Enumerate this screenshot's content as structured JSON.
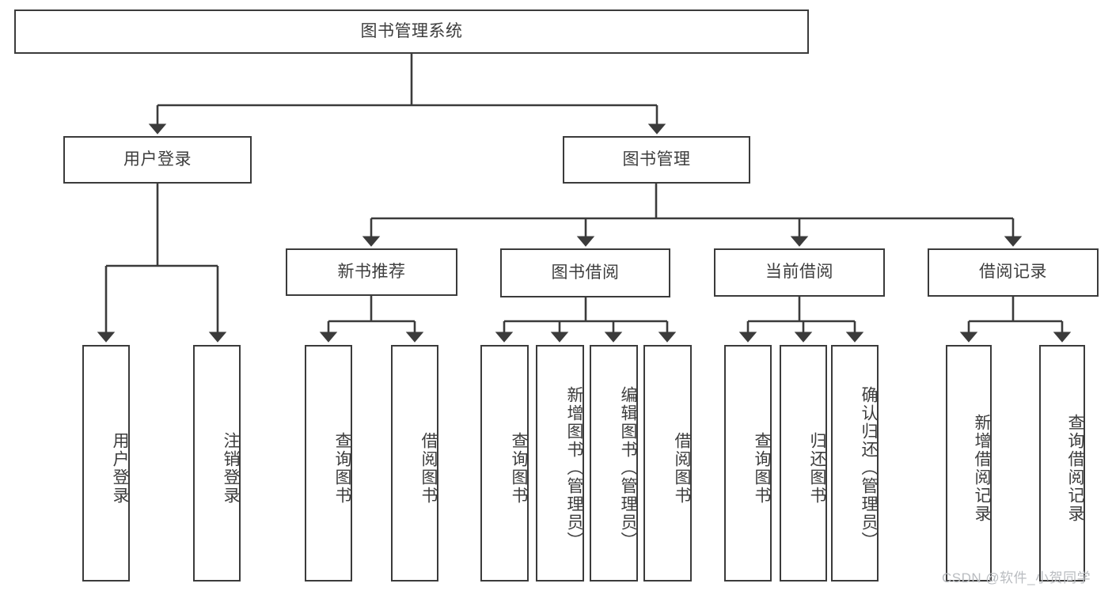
{
  "diagram": {
    "title": "图书管理系统",
    "type": "tree-hierarchy-chart",
    "line_color": "#3b3b3b",
    "text_color": "#3d3d3d",
    "background": "#ffffff"
  },
  "nodes": {
    "root": {
      "label": "图书管理系统"
    },
    "level1": [
      {
        "id": "user-login",
        "label": "用户登录"
      },
      {
        "id": "book-management",
        "label": "图书管理"
      }
    ],
    "level2": [
      {
        "id": "new-book-recommend",
        "label": "新书推荐"
      },
      {
        "id": "book-borrow",
        "label": "图书借阅"
      },
      {
        "id": "current-borrow",
        "label": "当前借阅"
      },
      {
        "id": "borrow-record",
        "label": "借阅记录"
      }
    ],
    "leaves": {
      "user_login": [
        {
          "id": "leaf-user-login",
          "label": "用户登录"
        },
        {
          "id": "leaf-logout-login",
          "label": "注销登录"
        }
      ],
      "new_book_recommend": [
        {
          "id": "leaf-query-book-1",
          "label": "查询图书"
        },
        {
          "id": "leaf-borrow-book-1",
          "label": "借阅图书"
        }
      ],
      "book_borrow": [
        {
          "id": "leaf-query-book-2",
          "label": "查询图书"
        },
        {
          "id": "leaf-add-book",
          "label": "新增图书（管理员）"
        },
        {
          "id": "leaf-edit-book",
          "label": "编辑图书（管理员）"
        },
        {
          "id": "leaf-borrow-book-2",
          "label": "借阅图书"
        }
      ],
      "current_borrow": [
        {
          "id": "leaf-query-book-3",
          "label": "查询图书"
        },
        {
          "id": "leaf-return-book",
          "label": "归还图书"
        },
        {
          "id": "leaf-confirm-return",
          "label": "确认归还（管理员）"
        }
      ],
      "borrow_record": [
        {
          "id": "leaf-add-record",
          "label": "新增借阅记录"
        },
        {
          "id": "leaf-query-record",
          "label": "查询借阅记录"
        }
      ]
    }
  },
  "watermark": {
    "text": "CSDN @软件_小贺同学"
  }
}
